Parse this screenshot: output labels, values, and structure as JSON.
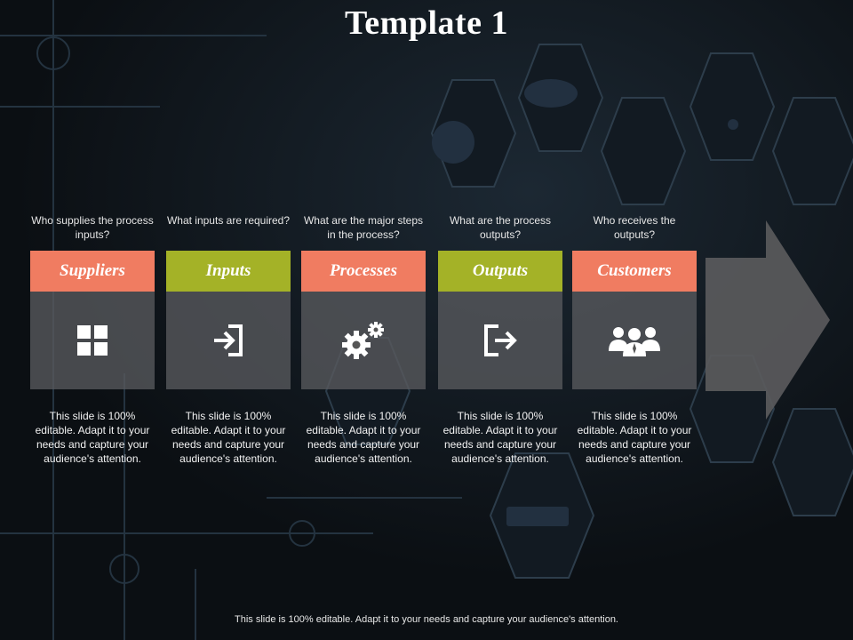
{
  "title": "Template 1",
  "columns": [
    {
      "question": "Who supplies the process inputs?",
      "label": "Suppliers",
      "icon": "grid-icon",
      "color": "#f07c61",
      "description": "This slide is 100% editable. Adapt it to your needs and capture your audience's attention."
    },
    {
      "question": "What inputs are required?",
      "label": "Inputs",
      "icon": "sign-in-icon",
      "color": "#a4b227",
      "description": "This slide is 100% editable. Adapt it to your needs and capture your audience's attention."
    },
    {
      "question": "What are the major steps in the process?",
      "label": "Processes",
      "icon": "gears-icon",
      "color": "#f07c61",
      "description": "This slide is 100% editable. Adapt it to your needs and capture your audience's attention."
    },
    {
      "question": "What are the process outputs?",
      "label": "Outputs",
      "icon": "sign-out-icon",
      "color": "#a4b227",
      "description": "This slide is 100% editable. Adapt it to your needs and capture your audience's attention."
    },
    {
      "question": "Who receives the outputs?",
      "label": "Customers",
      "icon": "users-icon",
      "color": "#f07c61",
      "description": "This slide is 100% editable. Adapt it to your needs and capture your audience's attention."
    }
  ],
  "footer": "This slide is 100% editable. Adapt it to your needs and capture your audience's attention.",
  "colors": {
    "background": "#0d1217",
    "accent_orange": "#f07c61",
    "accent_green": "#a4b227",
    "arrow": "#5a5a5c"
  }
}
